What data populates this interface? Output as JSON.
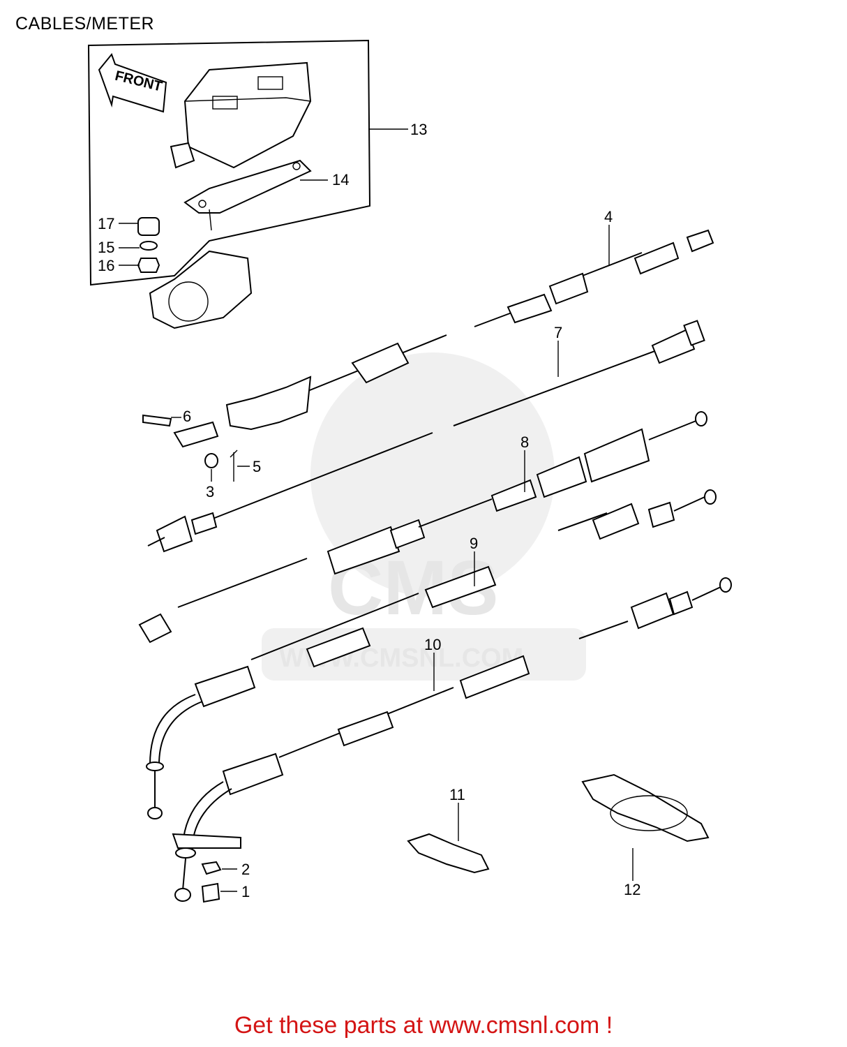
{
  "title": "CABLES/METER",
  "footer": "Get these parts at www.cmsnl.com !",
  "watermark": {
    "logo": "CMS",
    "url": "WWW.CMSNL.COM"
  },
  "meter_arrow_label": "FRONT",
  "callouts": [
    "1",
    "2",
    "3",
    "4",
    "5",
    "6",
    "7",
    "8",
    "9",
    "10",
    "11",
    "12",
    "13",
    "14",
    "15",
    "16",
    "17"
  ],
  "colors": {
    "footer": "#d41414",
    "watermark": "#e6e6e6",
    "line": "#000000"
  }
}
